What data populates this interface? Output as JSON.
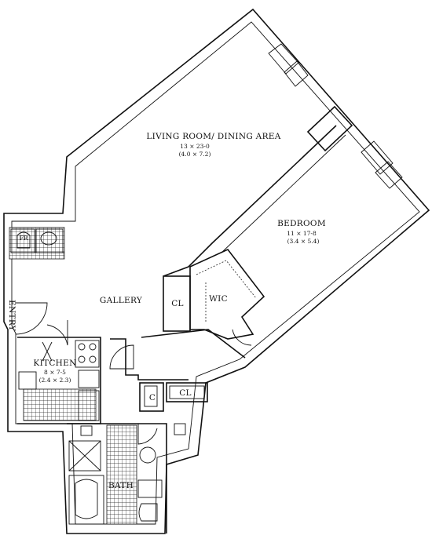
{
  "rooms": {
    "living": {
      "name": "LIVING ROOM/ DINING AREA",
      "dim_ft": "13 × 23-0",
      "dim_m": "(4.0 × 7.2)"
    },
    "bedroom": {
      "name": "BEDROOM",
      "dim_ft": "11 × 17-8",
      "dim_m": "(3.4 × 5.4)"
    },
    "kitchen": {
      "name": "KITCHEN",
      "dim_ft": "8 × 7-5",
      "dim_m": "(2.4 × 2.3)"
    },
    "gallery": {
      "name": "GALLERY"
    },
    "wic": {
      "name": "WIC"
    },
    "cl_gallery": {
      "name": "CL"
    },
    "cl_bath": {
      "name": "CL"
    },
    "c_bath": {
      "name": "C"
    },
    "bath": {
      "name": "BATH"
    },
    "entry": {
      "name": "ENTRY"
    },
    "fr": {
      "name": "FR"
    }
  }
}
